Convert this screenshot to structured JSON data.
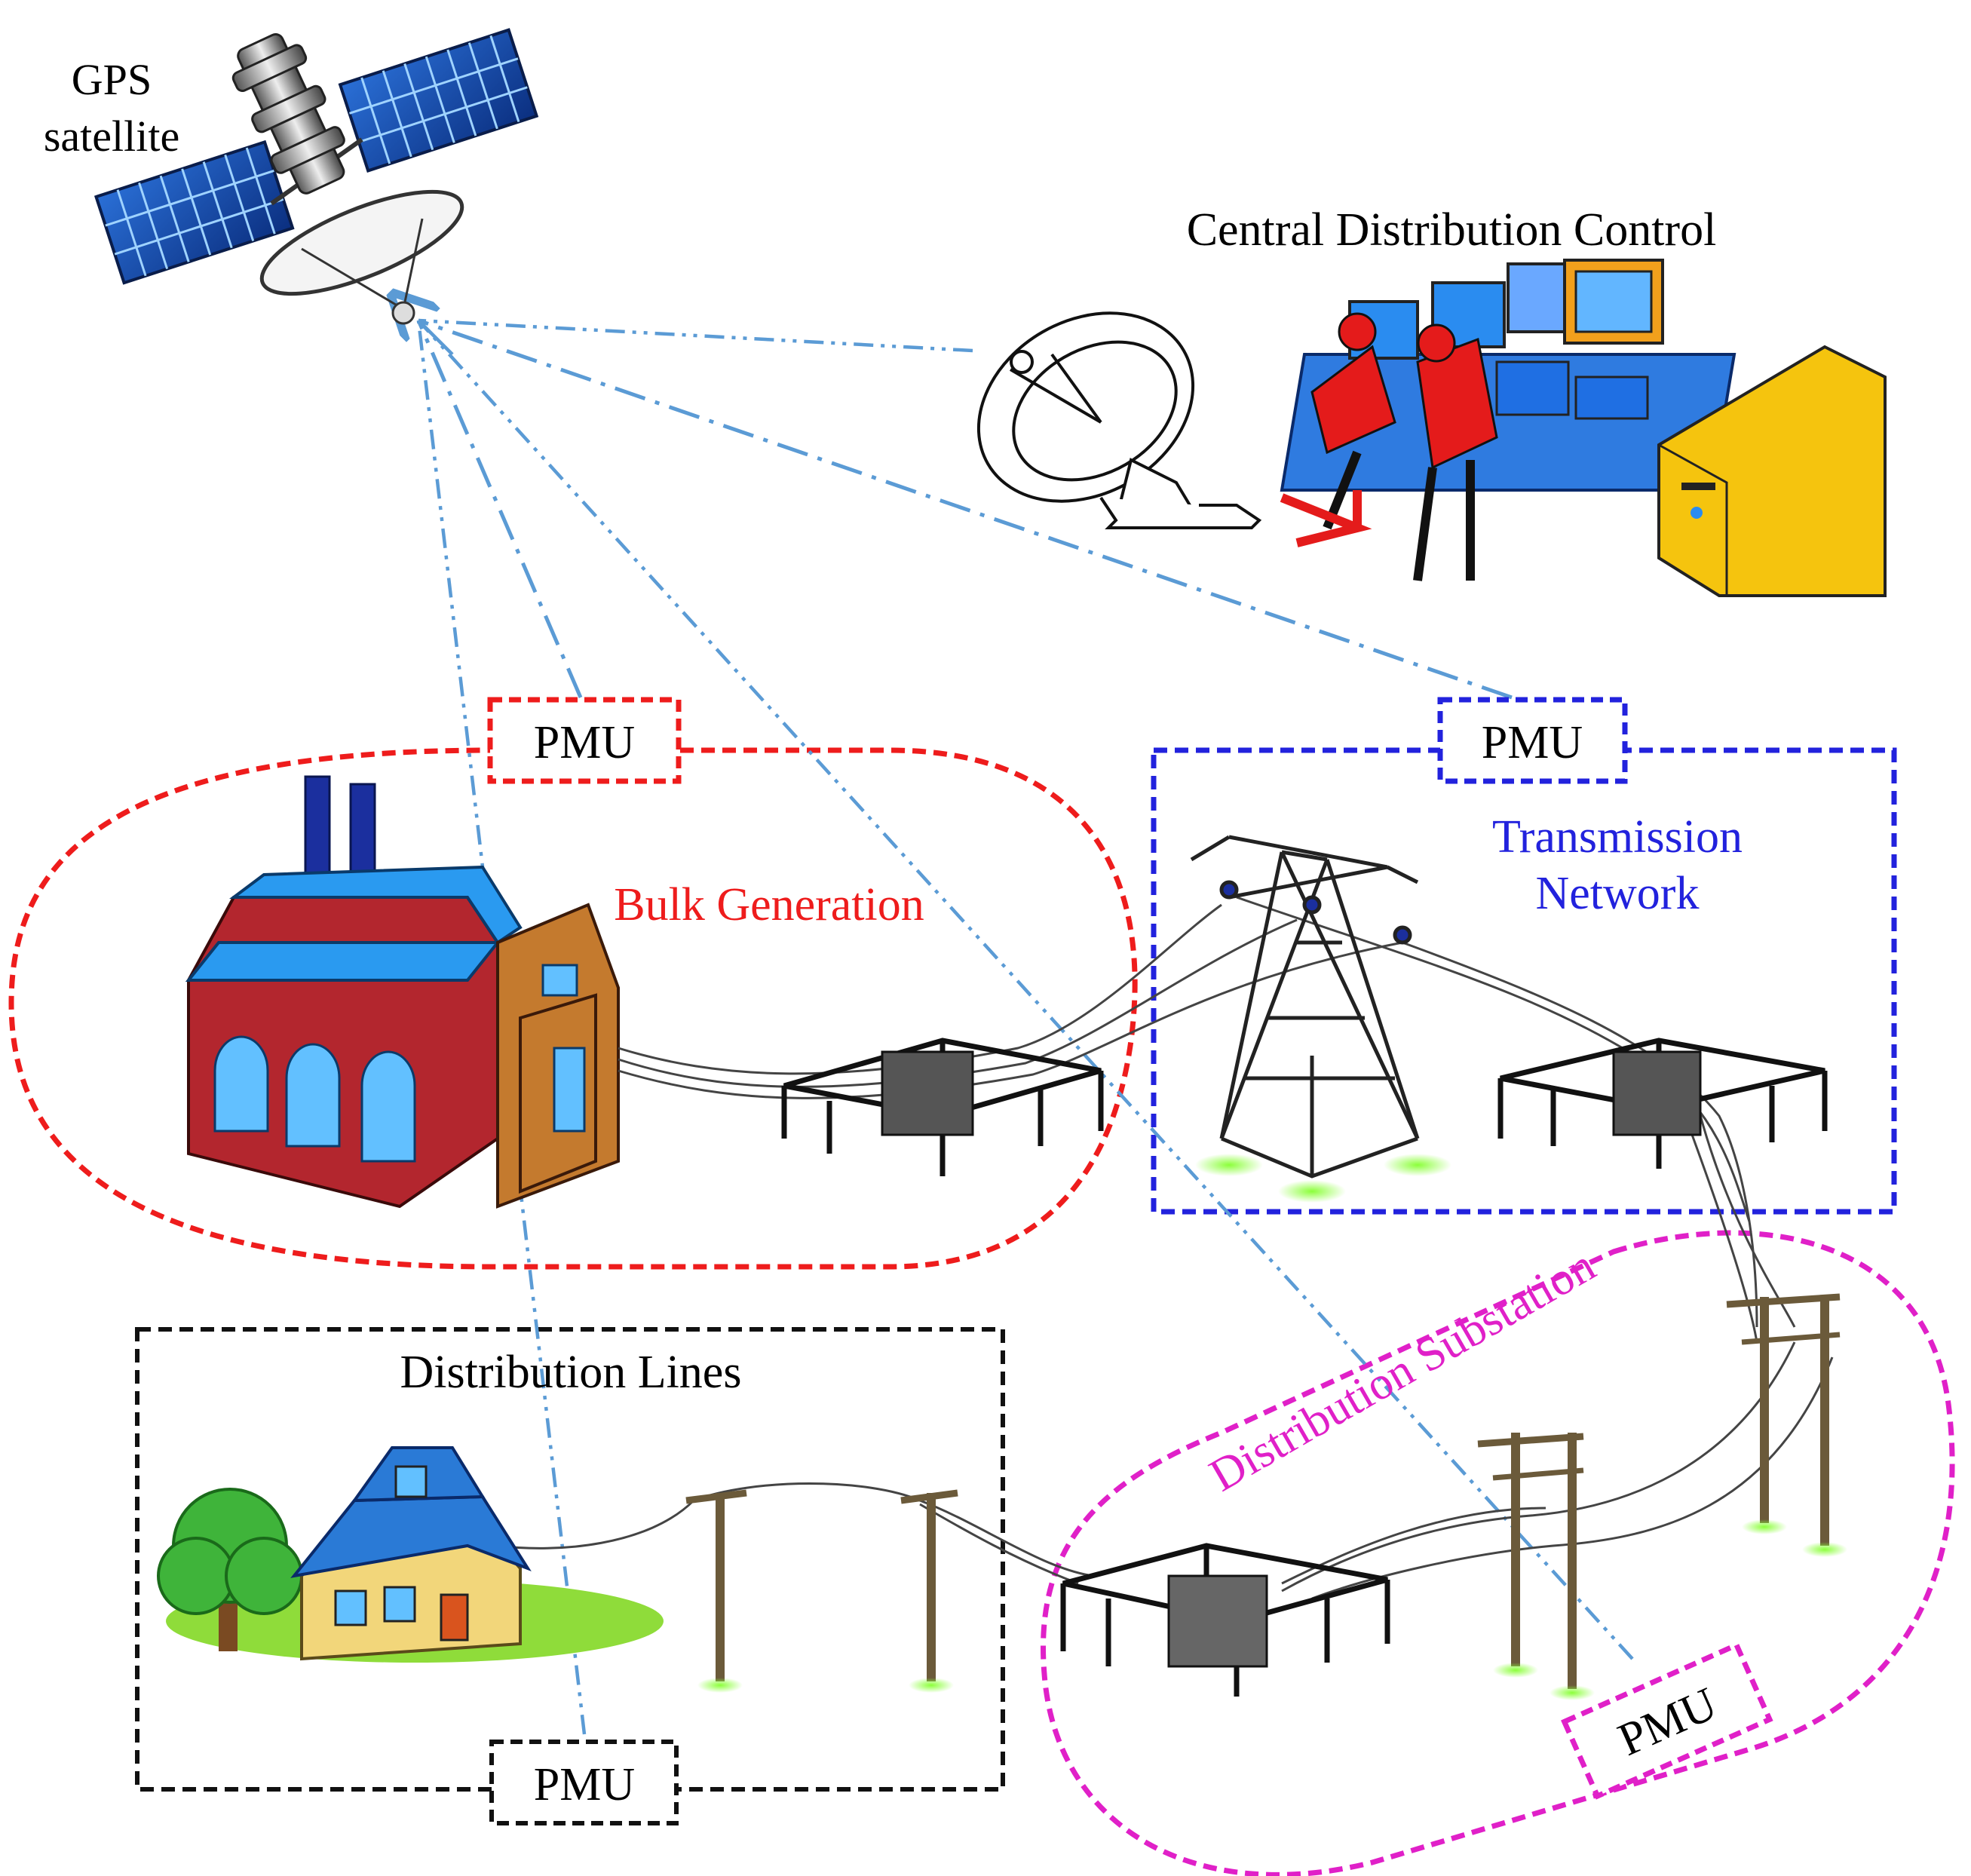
{
  "labels": {
    "gps_line1": "GPS",
    "gps_line2": "satellite",
    "central_control": "Central Distribution Control",
    "bulk_generation": "Bulk Generation",
    "transmission_line1": "Transmission",
    "transmission_line2": "Network",
    "distribution_lines": "Distribution Lines",
    "distribution_substation": "Distribution Substation"
  },
  "pmu": {
    "generation": "PMU",
    "transmission": "PMU",
    "distribution_lines": "PMU",
    "substation": "PMU"
  },
  "colors": {
    "generation": "#ee1c1c",
    "transmission": "#2222dd",
    "distribution_lines": "#111111",
    "substation": "#e020c8",
    "comm_links": "#5b9bd5"
  }
}
